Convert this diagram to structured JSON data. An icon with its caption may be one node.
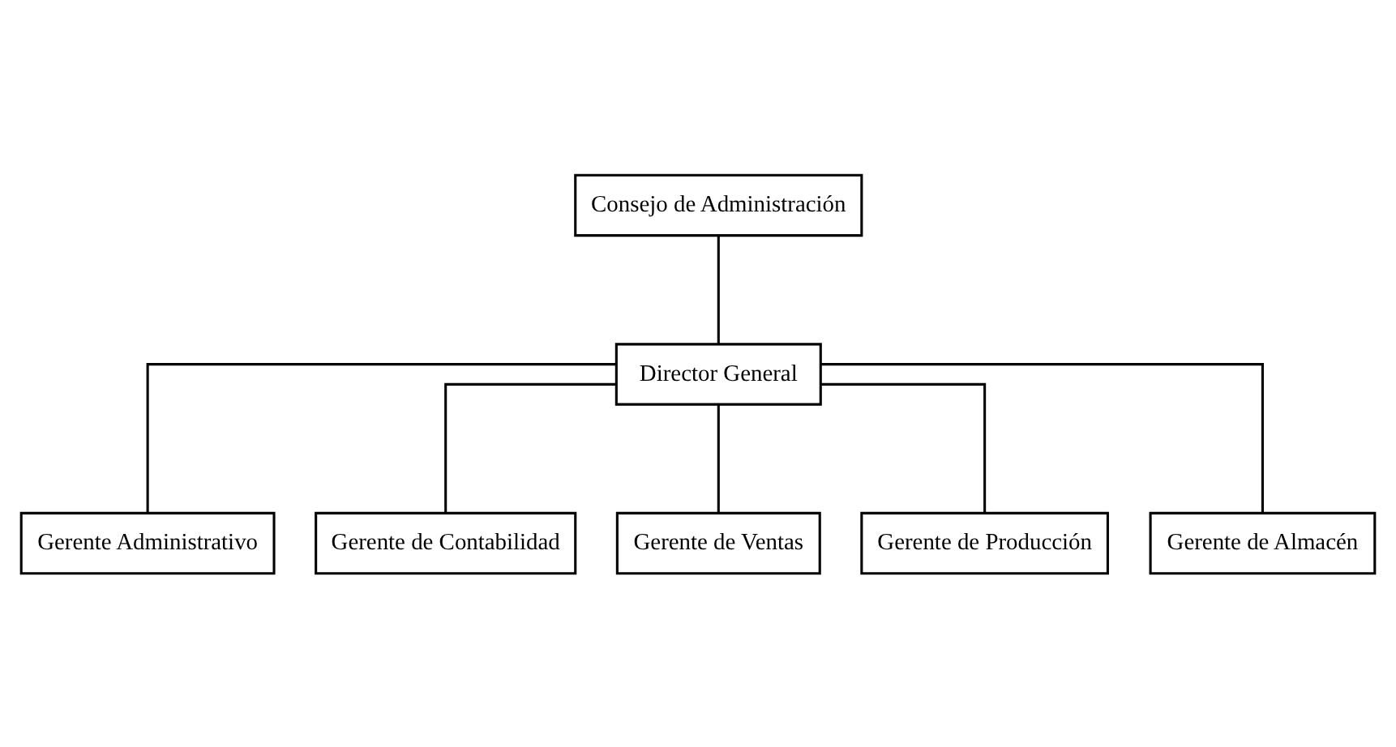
{
  "diagram": {
    "nodes": [
      {
        "text": [
          "Consejo de Administración"
        ]
      },
      {
        "text": [
          "Director General"
        ]
      },
      {
        "text": [
          "Gerente Administrativo"
        ]
      },
      {
        "text": [
          "Gerente de Contabilidad"
        ]
      },
      {
        "text": [
          "Gerente de Ventas"
        ]
      },
      {
        "text": [
          "Gerente de Producción"
        ]
      },
      {
        "text": [
          "Gerente de Almacén"
        ]
      }
    ],
    "edges": [
      {
        "from": 0,
        "to": 1,
        "arrow": "none"
      },
      {
        "from": 1,
        "to": 2,
        "arrow": "none"
      },
      {
        "from": 1,
        "to": 3,
        "arrow": "none"
      },
      {
        "from": 1,
        "to": 4,
        "arrow": "none"
      },
      {
        "from": 1,
        "to": 5,
        "arrow": "none"
      },
      {
        "from": 1,
        "to": 6,
        "arrow": "none"
      }
    ]
  }
}
